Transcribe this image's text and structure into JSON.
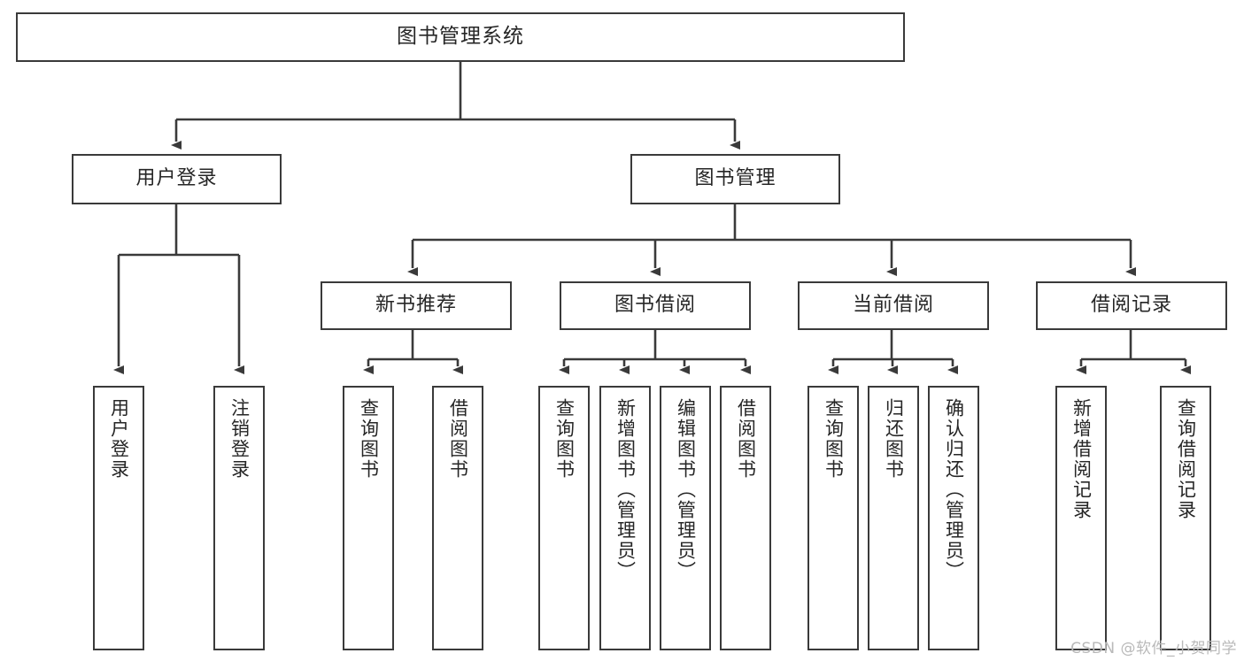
{
  "diagram": {
    "title": "图书管理系统",
    "stroke_color": "#3a3a3a",
    "text_color": "#262626",
    "background_color": "#ffffff",
    "watermark": "CSDN @软件_小贺同学"
  },
  "root": {
    "label": "图书管理系统"
  },
  "level2": [
    {
      "label": "用户登录"
    },
    {
      "label": "图书管理"
    }
  ],
  "level3": [
    {
      "label": "新书推荐"
    },
    {
      "label": "图书借阅"
    },
    {
      "label": "当前借阅"
    },
    {
      "label": "借阅记录"
    }
  ],
  "leaves": {
    "user_login": [
      {
        "label": "用户登录"
      },
      {
        "label": "注销登录"
      }
    ],
    "new_book": [
      {
        "label": "查询图书"
      },
      {
        "label": "借阅图书"
      }
    ],
    "borrow_book": [
      {
        "label": "查询图书"
      },
      {
        "label": "新增图书（管理员）"
      },
      {
        "label": "编辑图书（管理员）"
      },
      {
        "label": "借阅图书"
      }
    ],
    "current_borrow": [
      {
        "label": "查询图书"
      },
      {
        "label": "归还图书"
      },
      {
        "label": "确认归还（管理员）"
      }
    ],
    "borrow_record": [
      {
        "label": "新增借阅记录"
      },
      {
        "label": "查询借阅记录"
      }
    ]
  }
}
